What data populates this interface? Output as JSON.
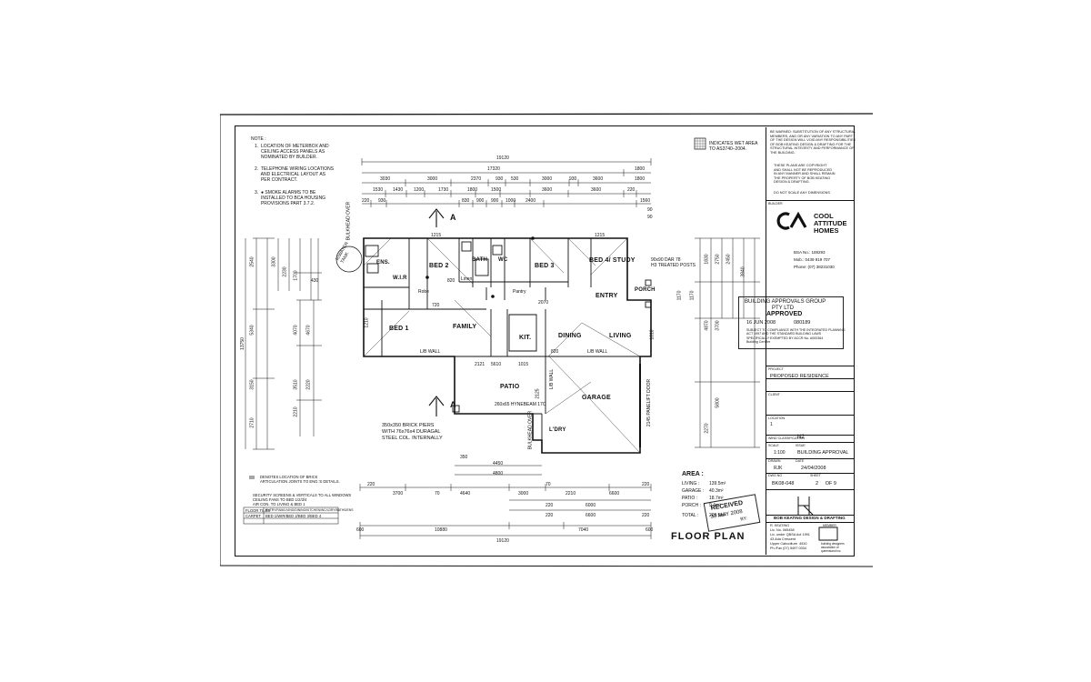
{
  "notes": {
    "heading": "NOTE :",
    "items": [
      "1.  LOCATION OF METERBOX AND\n     CEILING ACCESS PANELS AS\n     NOMINATED BY BUILDER.",
      "2.  TELEPHONE WIRING LOCATIONS\n     AND ELECTRICAL LAYOUT AS\n     PER CONTRACT.",
      "3.  ● SMOKE ALARMS TO BE\n     INSTALLED TO BCA HOUSING\n     PROVISIONS PART 3.7.2."
    ]
  },
  "wet_area_note": "INDICATES WET AREA\nTO AS3740–2004.",
  "disclaimer": "BE WARNED: SUBSTITUTION OF ANY STRUCTURAL\nMEMBERS, AND OR ANY VARIATION TO ANY PART\nOF THE DESIGN WILL VOID ANY RESPONSIBILITIES\nOF BOB KEATING DESIGN & DRAFTING FOR THE\nSTRUCTURAL INTEGRITY AND PERFORMANCE OF\nTHE BUILDING.",
  "copyright": "THESE PLANS ARE COPYRIGHT\nAND SHALL NOT BE REPRODUCED\nIN ANY MANNER AND SHALL REMAIN\nTHE PROPERTY OF BOB KEATING\nDESIGN & DRAFTING.",
  "do_not_scale": "DO NOT SCALE ANY DIMENSIONS",
  "builder_label": "BUILDER",
  "builder_logo": {
    "mark": "CA",
    "line1": "COOL",
    "line2": "ATTITUDE",
    "line3": "HOMES"
  },
  "builder_contact": "BSA No.: 169293\nMob.: 0439 919 707\nPhone: (07) 38231030",
  "approval_stamp": {
    "line1": "BUILDING APPROVALS GROUP",
    "line2": "PTY LTD",
    "line3": "APPROVED",
    "date": "16 JUN 2008",
    "number": "080189",
    "fine": "SUBJECT TO COMPLIANCE WITH THE INTEGRATED PLANNING\nACT 1997 AND THE STANDARD BUILDING LAWS\nSPECIFICALLY EXEMPTED BY ACCR No. A000364\nBuilding Certifier"
  },
  "title_block": {
    "project_label": "PROJECT",
    "project": "PROPOSED RESIDENCE",
    "client_label": "CLIENT",
    "location_label": "LOCATION",
    "location": "1",
    "wind_label": "WIND CLASSIFICATION",
    "wind": "N2",
    "scale_label": "SCALE",
    "scale": "1:100",
    "issue_label": "ISSUE",
    "issue": "BUILDING APPROVAL",
    "drawn_label": "DRAWN",
    "drawn": "RJK",
    "date_label": "DATE",
    "date": "24/04/2008",
    "dwg_label": "DWG NO",
    "dwg": "BK08-048",
    "sheet_label": "SHEET",
    "sheet": "2     OF 9"
  },
  "firm": {
    "name": "BOB KEATING DESIGN & DRAFTING",
    "details": "R. KEATING\nLic. No. 065458\nLic. under QBSA Act 1991\n43 Ada Crescent\nUpper Caboolture  4510\nPh./Fax (07) 5497 0334",
    "member": "MEMBER",
    "assoc": "building designers\nassociation of\nqueensland inc."
  },
  "received_stamp": {
    "line1": "RECEIVED",
    "line2": "30 MAY 2008",
    "line3": "BY:"
  },
  "drawing_title": "FLOOR PLAN",
  "area": {
    "heading": "AREA :",
    "rows": [
      {
        "label": "LIVING :",
        "value": "139.5m²"
      },
      {
        "label": "GARAGE :",
        "value": "40.3m²"
      },
      {
        "label": "PATIO :",
        "value": "18.7m²"
      },
      {
        "label": "PORCH :",
        "value": "9.4m²"
      },
      {
        "label": "TOTAL :",
        "value": "209.5m²"
      }
    ]
  },
  "rooms": {
    "bed1": "BED 1",
    "bed2": "BED 2",
    "bed3": "BED 3",
    "bed4": "BED 4/\nSTUDY",
    "family": "FAMILY",
    "kit": "KIT.",
    "dining": "DINING",
    "living": "LIVING",
    "patio": "PATIO",
    "garage": "GARAGE",
    "entry": "ENTRY",
    "porch": "PORCH",
    "ens": "ENS.",
    "wir": "W.I.R",
    "bath": "BATH",
    "wc": "WC",
    "ldry": "L'DRY",
    "pantry": "Pantry",
    "robe": "Robe",
    "linen": "Linen"
  },
  "plan_notes": {
    "section_a_top": "A",
    "section_a_bottom": "A",
    "piers": "350x350 BRICK PIERS\nWITH 76x76x4 DURAGAL\nSTEEL COL. INTERNALLY",
    "posts": "90x90 DAR 78\nH3 TREATED POSTS",
    "water_tank": "R/WATER\nTANK",
    "bulkhead_top": "BULKHEAD OVER",
    "bulkhead_bottom": "BULKHEAD OVER",
    "lb_wall_1": "L/B WALL",
    "lb_wall_2": "L/B WALL",
    "lb_wall_3": "L/B WALL",
    "beam_1": "260x65 HYNEBEAM 17C",
    "beam_2": "2145 PANELIFT DOOR",
    "brick_note": "DENOTES LOCATION OF BRICK\nARTICULATION JOINTS TO ENG.'S DETAILS.",
    "security_note": "SECURITY SCREENS & VERTICALS TO ALL WINDOWS\nCEILING FANS TO BED 1/2/3/4\nAIR CON. TO LIVING & BED 1",
    "floor_tiles_label": "FLOOR TILES",
    "floor_tiles": "ENTRY/FAM/LIVING/DINING/KITCHEN/WC/LDRY/BATHS/ENS",
    "carpet_label": "CARPET",
    "carpet": "BED 1/WIR/BED 2/BED 3/BED 4"
  },
  "dimensions": {
    "top_overall": "19120",
    "top_second": "17320",
    "top_second_r": "1800",
    "top_row3": [
      "3030",
      "3000",
      "2370",
      "70",
      "930",
      "530",
      "3000",
      "930",
      "3600",
      "1800"
    ],
    "top_row4": [
      "1530",
      "1430",
      "1200",
      "1730",
      "1800",
      "1500",
      "3600",
      "3600",
      "220",
      "1560",
      "150"
    ],
    "top_row5": [
      "220",
      "930",
      "70",
      "70",
      "830",
      "900",
      "900",
      "1000",
      "2400",
      "70",
      "70",
      "70",
      "90"
    ],
    "bottom_row1": [
      "220",
      "3700",
      "70",
      "4640",
      "3000",
      "70",
      "2210",
      "6600",
      "220"
    ],
    "bottom_row2": [
      "220",
      "6000"
    ],
    "bottom_row3": [
      "220",
      "6600",
      "220"
    ],
    "bottom_row4": [
      "600",
      "10880",
      "7040",
      "600"
    ],
    "bottom_overall": "19120",
    "left": [
      "2540",
      "5340",
      "13750",
      "3150",
      "2710",
      "3300",
      "4070",
      "3510",
      "2210",
      "2230",
      "4670",
      "2220",
      "1700",
      "430"
    ],
    "right": [
      "3840",
      "4870",
      "5800",
      "2270",
      "1170",
      "1170",
      "1830",
      "3700",
      "2750",
      "2450",
      "90"
    ],
    "patio_dims": [
      "350",
      "4450",
      "4800",
      "2121",
      "5610",
      "1015",
      "2125",
      "2070",
      "1818",
      "1210",
      "1215",
      "1215",
      "820",
      "720",
      "820"
    ]
  }
}
